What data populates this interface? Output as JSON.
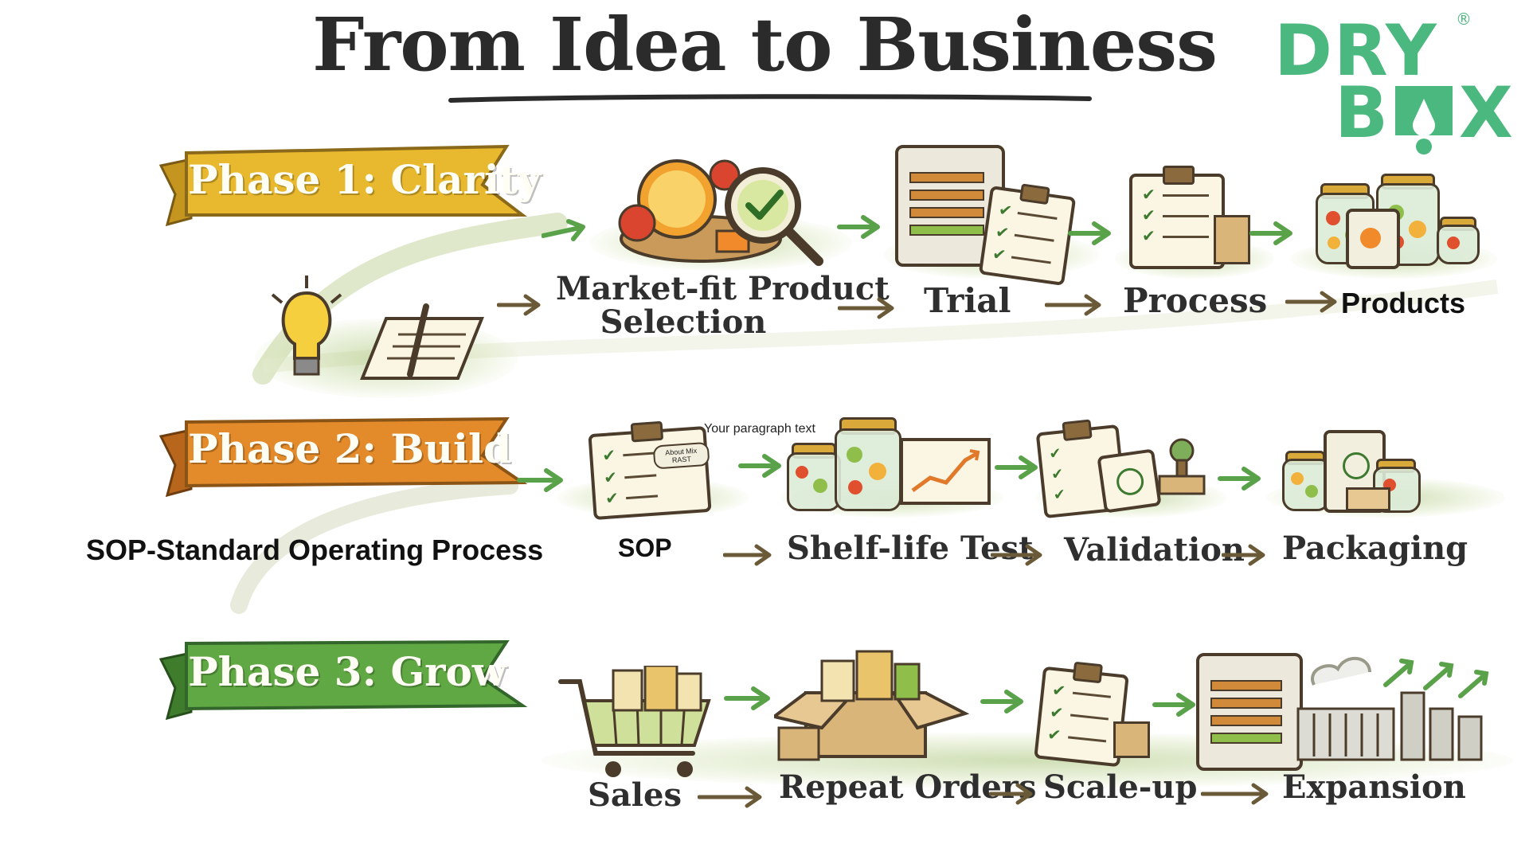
{
  "title": "From Idea to Business",
  "logo": {
    "line1": "DRY",
    "line2_left": "B",
    "line2_right": "X",
    "registered": "®",
    "color": "#4bb87f"
  },
  "colors": {
    "phase1": "#e8b82e",
    "phase2": "#e38a2a",
    "phase3": "#5fa843",
    "arrow": "#6b5a38",
    "green_arrow": "#5aa24a"
  },
  "phases": [
    {
      "label": "Phase 1: Clarity",
      "steps": [
        "Market-fit Product",
        "Selection",
        "Trial",
        "Process",
        "Products"
      ]
    },
    {
      "label": "Phase 2: Build",
      "steps": [
        "SOP",
        "Shelf-life Test",
        "Validation",
        "Packaging"
      ]
    },
    {
      "label": "Phase 3: Grow",
      "steps": [
        "Sales",
        "Repeat Orders",
        "Scale-up",
        "Expansion"
      ]
    }
  ],
  "sop_caption": "SOP-Standard Operating Process",
  "placeholder_text": "Your paragraph text",
  "illustration_text": {
    "sop_tag": "About Mix RAST"
  },
  "icons": [
    "lightbulb-icon",
    "notebook-icon",
    "fruit-basket-icon",
    "magnifier-check-icon",
    "dehydrator-icon",
    "checklist-icon",
    "jars-icon",
    "clipboard-icon",
    "chart-icon",
    "stamp-icon",
    "pouch-icon",
    "cart-icon",
    "open-box-icon",
    "factory-icon"
  ]
}
